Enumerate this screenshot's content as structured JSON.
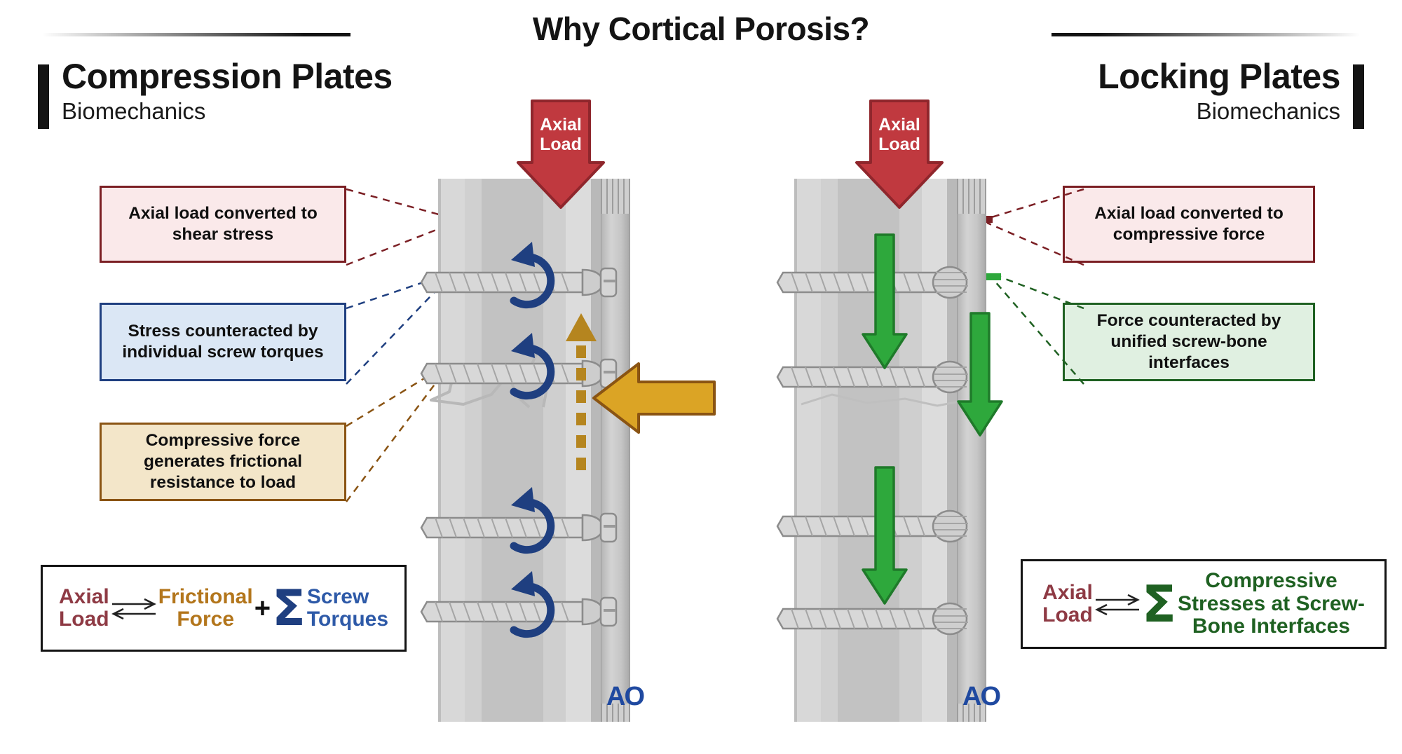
{
  "header": {
    "title": "Why Cortical Porosis?",
    "rule_color": "#141414"
  },
  "panels": [
    {
      "id": "compression",
      "title": "Compression Plates",
      "subtitle": "Biomechanics",
      "accent_color": "#141414",
      "load_label": "Axial\nLoad",
      "load_color": "#c0393f",
      "callouts": [
        {
          "text": "Axial load converted to shear stress",
          "style": "red",
          "border": "#7b1f24",
          "fill": "#fae9ea"
        },
        {
          "text": "Stress counteracted by individual screw torques",
          "style": "blue",
          "border": "#1f3f80",
          "fill": "#dbe7f5"
        },
        {
          "text": "Compressive force generates frictional resistance to load",
          "style": "gold",
          "border": "#8a5413",
          "fill": "#f3e6c9"
        }
      ],
      "formula": {
        "left": "Axial\nLoad",
        "left_color": "#8e3a44",
        "relation": "equilibrium-arrows",
        "terms": [
          {
            "text": "Frictional\nForce",
            "color": "#b3761c"
          },
          {
            "op": "+"
          },
          {
            "sigma": true,
            "sigma_color": "#1f3f80",
            "text": "Screw\nTorques",
            "color": "#2e5aa8"
          }
        ]
      },
      "motion": "screw-torque-rotation",
      "rotation_color": "#1f3f80",
      "friction_color": "#c08a22",
      "logo": "AO"
    },
    {
      "id": "locking",
      "title": "Locking Plates",
      "subtitle": "Biomechanics",
      "accent_color": "#141414",
      "load_label": "Axial\nLoad",
      "load_color": "#c0393f",
      "callouts": [
        {
          "text": "Axial load converted to compressive force",
          "style": "red",
          "border": "#7b1f24",
          "fill": "#fae9ea"
        },
        {
          "text": "Force counteracted by unified screw-bone interfaces",
          "style": "green",
          "border": "#1f6122",
          "fill": "#e0f0e1"
        }
      ],
      "formula": {
        "left": "Axial\nLoad",
        "left_color": "#8e3a44",
        "relation": "equilibrium-arrows",
        "terms": [
          {
            "sigma": true,
            "sigma_color": "#1f6122",
            "text": "Compressive\nStresses at Screw-\nBone Interfaces",
            "color": "#1f6122"
          }
        ]
      },
      "motion": "compressive-downward-flow",
      "flow_color": "#2ea83c",
      "logo": "AO"
    }
  ],
  "icons": {
    "axial_load_arrow": "down-arrow-icon",
    "rotation_arrow": "circular-rotation-arrow-icon",
    "frictional_arrow": "dashed-up-arrow-icon",
    "load_push_arrow": "left-pointing-block-arrow-icon",
    "compressive_arrow": "down-arrow-icon",
    "screw": "bone-screw-icon",
    "fracture": "fracture-line-icon",
    "logo": "ao-logo-icon"
  },
  "chart_data": {
    "type": "diagram",
    "title": "Why Cortical Porosis?",
    "comparison": [
      {
        "condition": "Compression Plates",
        "mechanism": "Axial load converted to shear stress",
        "counteraction": "Stress counteracted by individual screw torques",
        "friction": "Compressive force generates frictional resistance to load",
        "equilibrium": "Axial Load = Frictional Force + Sum of Screw Torques",
        "screw_count": 4,
        "arrow_type": "rotational torque (blue)"
      },
      {
        "condition": "Locking Plates",
        "mechanism": "Axial load converted to compressive force",
        "counteraction": "Force counteracted by unified screw-bone interfaces",
        "equilibrium": "Axial Load = Sum of Compressive Stresses at Screw-Bone Interfaces",
        "screw_count": 4,
        "arrow_type": "downward compressive flow (green)"
      }
    ]
  }
}
